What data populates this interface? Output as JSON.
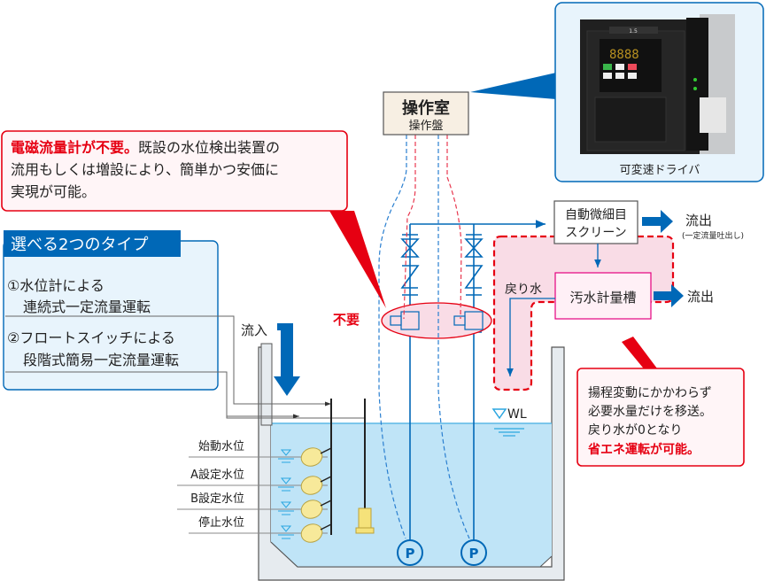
{
  "callouts": {
    "top_left": {
      "highlight": "電磁流量計が不要。",
      "line1_rest": "既設の水位検出装置の",
      "line2": "流用もしくは増設により、簡単かつ安価に",
      "line3": "実現が可能。"
    },
    "bottom_right": {
      "line1": "揚程変動にかかわらず",
      "line2": "必要水量だけを移送。",
      "line3": "戻り水が0となり",
      "highlight": "省エネ運転が可能。"
    }
  },
  "types_panel": {
    "title": "選べる2つのタイプ",
    "items": [
      {
        "line1": "①水位計による",
        "line2": "連続式一定流量運転"
      },
      {
        "line1": "②フロートスイッチによる",
        "line2": "段階式簡易一定流量運転"
      }
    ]
  },
  "product": {
    "caption": "可変速ドライバ",
    "display": "8888",
    "rating": "1.5"
  },
  "control_room": {
    "title": "操作室",
    "subtitle": "操作盤"
  },
  "screen": {
    "line1": "自動微細目",
    "line2": "スクリーン"
  },
  "outflow_top": {
    "label": "流出",
    "note": "(一定流量吐出し)"
  },
  "metering_tank": {
    "label": "汚水計量槽"
  },
  "outflow_mid": {
    "label": "流出"
  },
  "return_water": "戻り水",
  "not_needed": "不要",
  "inflow": "流入",
  "water_level": "WL",
  "levels": [
    "始動水位",
    "A設定水位",
    "B設定水位",
    "停止水位"
  ],
  "pump_label": "P",
  "colors": {
    "accent_blue": "#0068b7",
    "accent_red": "#e60012",
    "water": "#bfe4f7",
    "pink_zone": "#f9dce6"
  }
}
